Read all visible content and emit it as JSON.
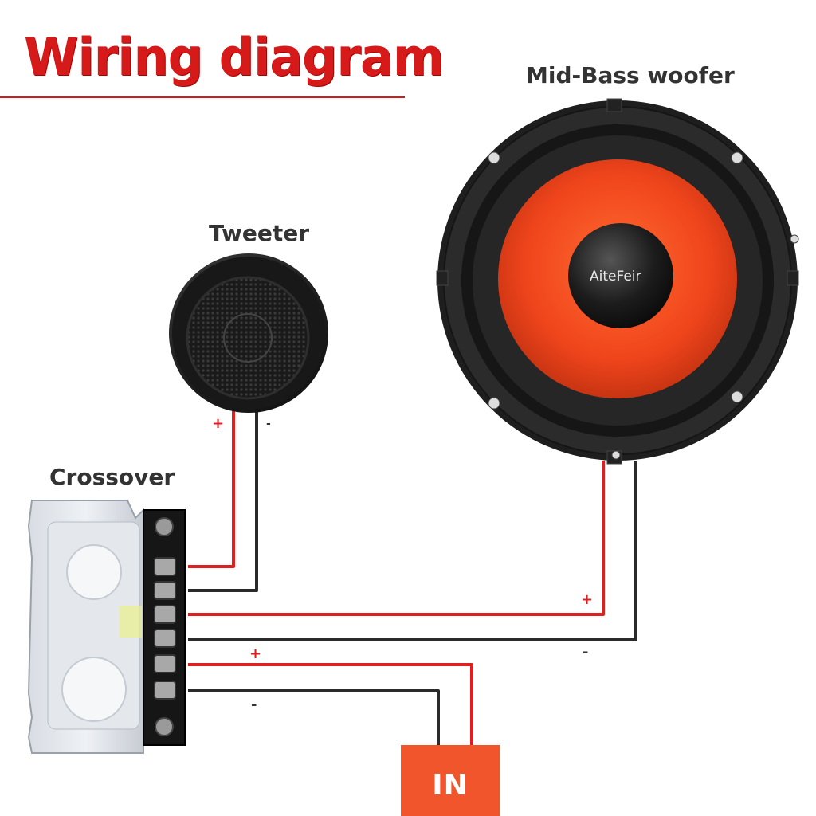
{
  "title": "Wiring diagram",
  "components": {
    "woofer": {
      "label": "Mid-Bass woofer",
      "brand": "AiteFeir"
    },
    "tweeter": {
      "label": "Tweeter"
    },
    "crossover": {
      "label": "Crossover"
    },
    "input": {
      "label": "IN"
    }
  },
  "polarity": {
    "tweeter_pos": "+",
    "tweeter_neg": "-",
    "woofer_pos": "+",
    "woofer_neg": "-",
    "input_pos": "+",
    "input_neg": "-"
  },
  "colors": {
    "title": "#d61a1a",
    "positive_wire": "#e02020",
    "negative_wire": "#2a2a2a",
    "woofer_cone": "#f0451c",
    "input_box": "#f1552b"
  }
}
